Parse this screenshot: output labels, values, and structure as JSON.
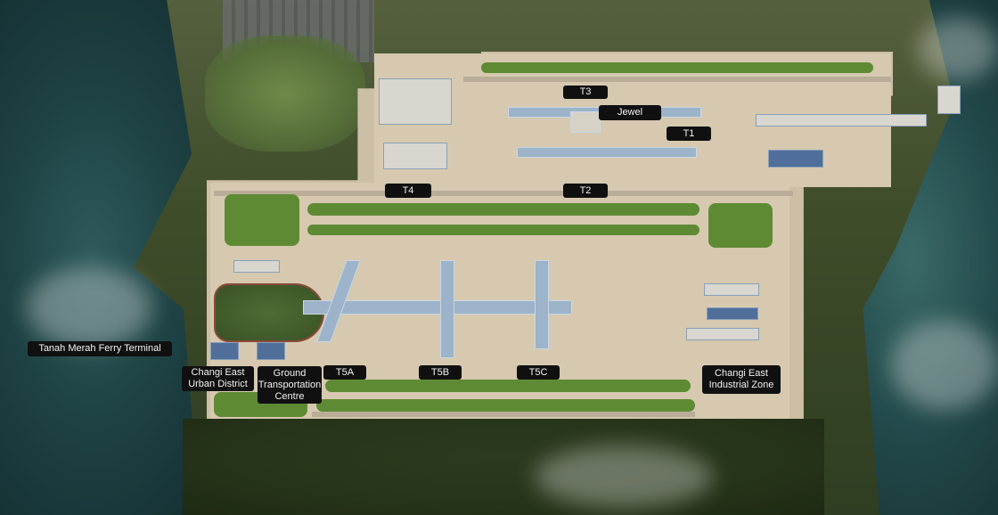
{
  "map": {
    "subject": "Changi Airport masterplan aerial view",
    "colors": {
      "label_bg": "#101010",
      "label_text": "#f2f2f2",
      "sea": "#1e4244",
      "grass": "#5f8a34",
      "apron": "#cdbfa6",
      "terminal_glass": "#9cb3c9"
    }
  },
  "labels": {
    "t3": "T3",
    "jewel": "Jewel",
    "t1": "T1",
    "t4": "T4",
    "t2": "T2",
    "tanah_merah": "Tanah Merah Ferry Terminal",
    "changi_east_urban": "Changi East\nUrban District",
    "gtc": "Ground\nTransportation\nCentre",
    "t5a": "T5A",
    "t5b": "T5B",
    "t5c": "T5C",
    "changi_east_industrial": "Changi East\nIndustrial Zone"
  }
}
